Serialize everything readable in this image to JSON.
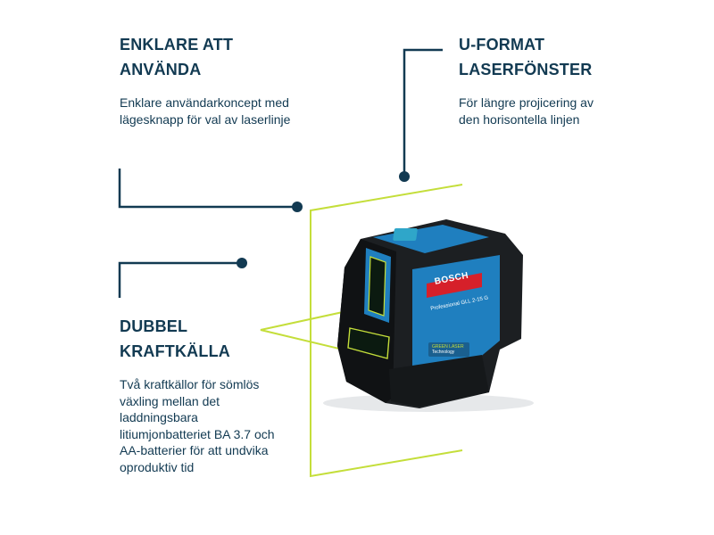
{
  "features": [
    {
      "title_line1": "ENKLARE ATT",
      "title_line2": "ANVÄNDA",
      "description": "Enklare användarkoncept med lägesknapp för val av laserlinje"
    },
    {
      "title_line1": "U-FORMAT",
      "title_line2": "LASERFÖNSTER",
      "description": "För längre projicering av den horisontella linjen"
    },
    {
      "title_line1": "DUBBEL",
      "title_line2": "KRAFTKÄLLA",
      "description": "Två kraftkällor för sömlös växling mellan det laddningsbara litiumjonbatteriet BA 3.7 och AA-batterier för att undvika oproduktiv tid"
    }
  ],
  "product": {
    "brand": "BOSCH",
    "line": "Professional",
    "model": "GLL 2-15 G",
    "badge": "GREEN LASER",
    "badge_sub": "Technology"
  },
  "colors": {
    "text": "#123a52",
    "laser": "#c4de3a",
    "body_blue": "#1f7fbf",
    "body_black": "#1c1f22",
    "brand_red": "#d6202a"
  }
}
